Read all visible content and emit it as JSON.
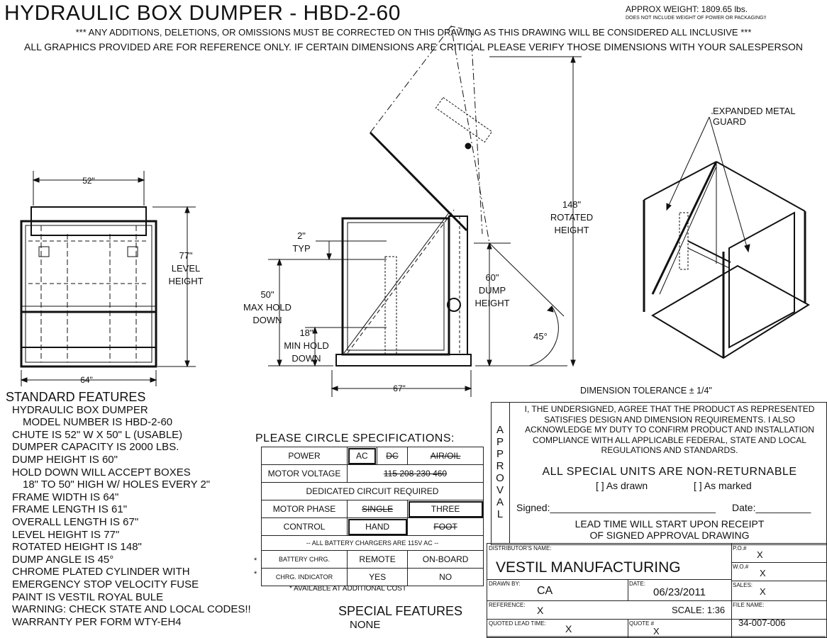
{
  "header": {
    "title": "HYDRAULIC BOX DUMPER - HBD-2-60",
    "weight": "APPROX WEIGHT: 1809.65 lbs.",
    "weight_note": "DOES NOT INCLUDE WEIGHT OF POWER OR PACKAGING!!",
    "note_line1": "*** ANY ADDITIONS, DELETIONS, OR OMISSIONS MUST BE CORRECTED ON THIS DRAWING AS THIS DRAWING WILL BE CONSIDERED ALL INCLUSIVE ***",
    "note_line2": "ALL GRAPHICS PROVIDED ARE FOR REFERENCE ONLY. IF CERTAIN DIMENSIONS ARE CRITICAL PLEASE VERIFY THOSE DIMENSIONS WITH YOUR SALESPERSON"
  },
  "front_view": {
    "width_top": "52\"",
    "width_bottom": "64\"",
    "height_value": "77\"",
    "height_label1": "LEVEL",
    "height_label2": "HEIGHT"
  },
  "side_view": {
    "typ_value": "2\"",
    "typ_label": "TYP",
    "max_value": "50\"",
    "max_label1": "MAX HOLD",
    "max_label2": "DOWN",
    "min_value": "18\"",
    "min_label1": "MIN HOLD",
    "min_label2": "DOWN",
    "length_value": "67\"",
    "dump_value": "60\"",
    "dump_label1": "DUMP",
    "dump_label2": "HEIGHT",
    "angle_value": "45°",
    "rotated_value": "148\"",
    "rotated_label1": "ROTATED",
    "rotated_label2": "HEIGHT"
  },
  "iso_view": {
    "guard_label1": "EXPANDED METAL",
    "guard_label2": "GUARD"
  },
  "standard_features": {
    "heading": "STANDARD FEATURES",
    "items": [
      "HYDRAULIC BOX DUMPER",
      "MODEL NUMBER IS HBD-2-60",
      "CHUTE IS 52\" W X 50\" L (USABLE)",
      "DUMPER CAPACITY IS 2000 LBS.",
      "DUMP HEIGHT IS 60\"",
      "HOLD DOWN WILL ACCEPT BOXES",
      "18\" TO 50\" HIGH W/ HOLES EVERY 2\"",
      "FRAME WIDTH IS 64\"",
      "FRAME LENGTH IS 61\"",
      "OVERALL LENGTH IS 67\"",
      "LEVEL HEIGHT IS 77\"",
      "ROTATED HEIGHT IS 148\"",
      "DUMP ANGLE IS 45°",
      "CHROME PLATED CYLINDER WITH",
      "EMERGENCY STOP VELOCITY FUSE",
      "PAINT IS VESTIL ROYAL BULE",
      "WARNING: CHECK STATE AND LOCAL CODES!!",
      "WARRANTY PER FORM WTY-EH4"
    ]
  },
  "specs": {
    "title": "PLEASE CIRCLE SPECIFICATIONS:",
    "power_label": "POWER",
    "power_ac": "AC",
    "power_dc": "DC",
    "power_airoil": "AIR/OIL",
    "voltage_label": "MOTOR VOLTAGE",
    "voltage_options": "115 208 230 460",
    "dedicated": "DEDICATED CIRCUIT REQUIRED",
    "phase_label": "MOTOR PHASE",
    "phase_single": "SINGLE",
    "phase_three": "THREE",
    "control_label": "CONTROL",
    "control_hand": "HAND",
    "control_foot": "FOOT",
    "battery_note": "-- ALL BATTERY CHARGERS ARE 115V AC --",
    "battery_label": "BATTERY CHRG.",
    "battery_remote": "REMOTE",
    "battery_onboard": "ON-BOARD",
    "indicator_label": "CHRG. INDICATOR",
    "indicator_yes": "YES",
    "indicator_no": "NO",
    "star": "*",
    "available": "* AVAILABLE AT ADDITIONAL COST"
  },
  "special_features": {
    "heading": "SPECIAL FEATURES",
    "value": "NONE"
  },
  "approval": {
    "tolerance": "DIMENSION TOLERANCE ± 1/4\"",
    "letters": [
      "A",
      "P",
      "P",
      "R",
      "O",
      "V",
      "A",
      "L"
    ],
    "text": "I, THE UNDERSIGNED, AGREE THAT THE PRODUCT AS REPRESENTED SATISFIES DESIGN AND DIMENSION REQUIREMENTS. I ALSO ACKNOWLEDGE MY DUTY TO CONFIRM PRODUCT AND INSTALLATION COMPLIANCE WITH ALL APPLICABLE FEDERAL, STATE AND LOCAL REGULATIONS AND STANDARDS.",
    "non_returnable": "ALL SPECIAL UNITS ARE NON-RETURNABLE",
    "as_drawn": "[ ] As drawn",
    "as_marked": "[ ] As marked",
    "signed": "Signed:______________________________",
    "date": "Date:__________",
    "lead1": "LEAD TIME WILL START UPON RECEIPT",
    "lead2": "OF SIGNED APPROVAL DRAWING"
  },
  "title_block": {
    "distributor_label": "DISTRIBUTOR'S NAME:",
    "distributor": "VESTIL MANUFACTURING",
    "po_label": "P.O.#",
    "po": "X",
    "wo_label": "W.O.#",
    "wo": "X",
    "drawn_label": "DRAWN BY:",
    "drawn": "CA",
    "date_label": "DATE:",
    "date": "06/23/2011",
    "sales_label": "SALES:",
    "sales": "X",
    "reference_label": "REFERENCE:",
    "reference": "X",
    "scale": "SCALE: 1:36",
    "file_label": "FILE NAME:",
    "file": "34-007-006",
    "lead_label": "QUOTED LEAD TIME:",
    "lead": "X",
    "quote_label": "QUOTE #",
    "quote": "X"
  }
}
